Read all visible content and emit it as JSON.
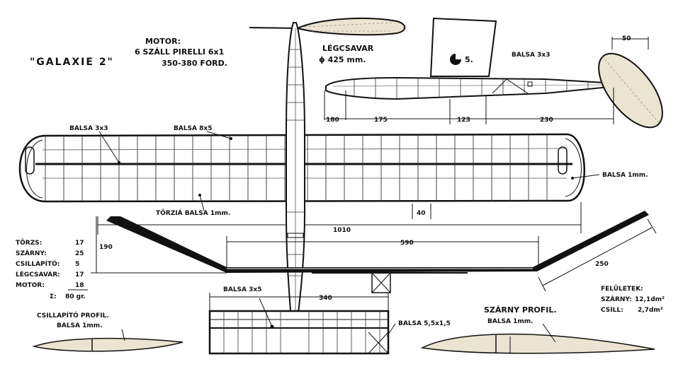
{
  "title": "\"GALAXIE 2\"",
  "motor": {
    "heading": "MOTOR:",
    "line1": "6 SZÁLL PIRELLI 6x1",
    "line2": "350-380 FORD."
  },
  "propeller": {
    "heading": "LÉGCSAVAR",
    "diameter": "ϕ 425 mm."
  },
  "fuselage_labels": {
    "balsa_3x3": "BALSA 3x3",
    "id_mark": "5."
  },
  "fuselage_dims": [
    "180",
    "175",
    "123",
    "230"
  ],
  "fin_dim": "50",
  "wing_labels": {
    "spar_left": "BALSA 3x3",
    "spar_mid": "BALSA 8x5",
    "tip": "BALSA 1mm.",
    "rib": "TÖRZIÁ BALSA 1mm."
  },
  "wing_dims": {
    "chord": "40",
    "span": "1010",
    "half": "590",
    "diag": "250",
    "dihedral": "190"
  },
  "weights": [
    {
      "name": "TÖRZS:",
      "value": "17"
    },
    {
      "name": "SZÁRNY:",
      "value": "25"
    },
    {
      "name": "CSILLAPÍTÓ:",
      "value": "5"
    },
    {
      "name": "LÉGCSAVAR:",
      "value": "17"
    },
    {
      "name": "MOTOR:",
      "value": "18"
    }
  ],
  "total": {
    "label": "Σ:",
    "value": "80 gr."
  },
  "stab": {
    "balsa": "BALSA 3x5",
    "span": "340",
    "strut": "BALSA 5,5x1,5"
  },
  "stab_profile": {
    "title": "CSILLAPÍTÓ PROFIL.",
    "sub": "BALSA 1mm."
  },
  "wing_profile": {
    "title": "SZÁRNY PROFIL.",
    "sub": "BALSA 1mm."
  },
  "surfaces": {
    "heading": "FELÜLETEK:",
    "wing_label": "SZÁRNY:",
    "wing_value": "12,1dm²",
    "stab_label": "CSILL:",
    "stab_value": "2,7dm²"
  },
  "chart_data": {
    "type": "table",
    "rows": [
      [
        "TÖRZS:",
        "17"
      ],
      [
        "SZÁRNY:",
        "25"
      ],
      [
        "CSILLAPÍTÓ:",
        "5"
      ],
      [
        "LÉGCSAVAR:",
        "17"
      ],
      [
        "MOTOR:",
        "18"
      ],
      [
        "Σ:",
        "80 gr."
      ]
    ]
  }
}
